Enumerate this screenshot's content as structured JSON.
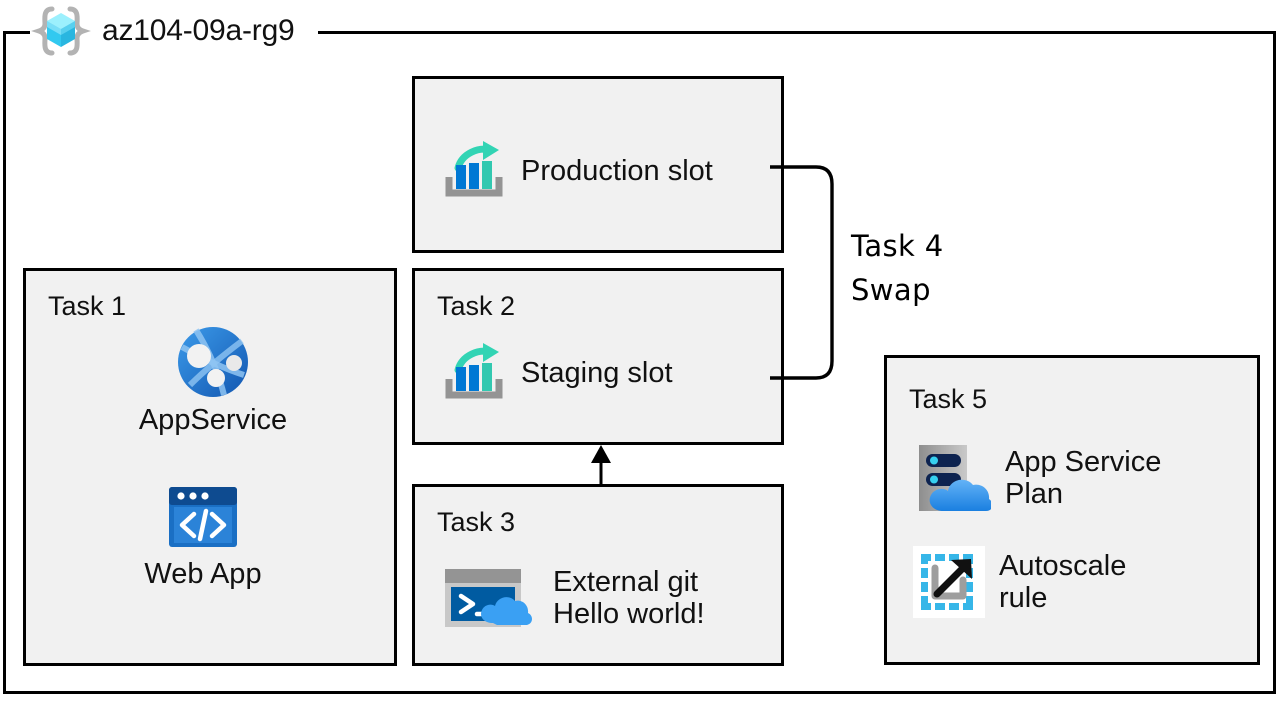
{
  "resource_group": {
    "icon": "resource-group-cube-icon",
    "title": "az104-09a-rg9"
  },
  "boxes": {
    "production": {
      "label": "",
      "item_icon": "deployment-slot-icon",
      "item_text": "Production  slot"
    },
    "task1": {
      "label": "Task 1",
      "items": [
        {
          "icon": "app-service-globe-icon",
          "text": "AppService"
        },
        {
          "icon": "web-app-browser-code-icon",
          "text": "Web App"
        }
      ]
    },
    "task2": {
      "label": "Task 2",
      "item_icon": "deployment-slot-icon",
      "item_text": "Staging slot"
    },
    "task3": {
      "label": "Task 3",
      "item_icon": "cloud-shell-terminal-icon",
      "item_text": "External git\nHello world!"
    },
    "task5": {
      "label": "Task 5",
      "items": [
        {
          "icon": "app-service-plan-server-cloud-icon",
          "text": "App Service\nPlan"
        },
        {
          "icon": "autoscale-arrow-icon",
          "text": "Autoscale\nrule"
        }
      ]
    }
  },
  "connectors": {
    "swap": {
      "label": "Task 4\nSwap",
      "from": "production-slot",
      "to": "staging-slot"
    },
    "git_to_staging": {
      "from": "task3-external-git",
      "to": "task2-staging-slot"
    }
  },
  "colors": {
    "box_fill": "#f1f1f1",
    "stroke": "#000000",
    "canvas": "#ffffff",
    "azure_blue": "#0078d4",
    "azure_teal": "#32d4b4",
    "cube_cyan": "#50e6ff",
    "server_gray": "#a3a3a3",
    "cloud_blue": "#3aa0f3",
    "terminal_navy": "#005ba1"
  }
}
